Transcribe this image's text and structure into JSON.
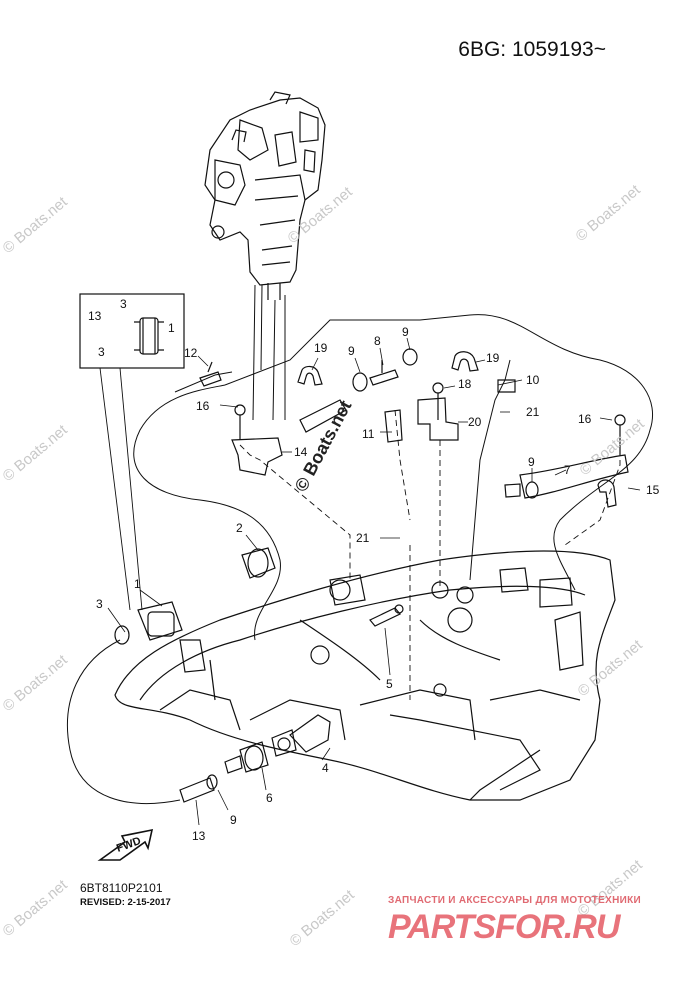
{
  "header": {
    "model_code": "6BG: 1059193~"
  },
  "footer": {
    "drawing_code": "6BT8110P2101",
    "revised": "REVISED: 2-15-2017"
  },
  "watermark": {
    "text": "© Boats.net",
    "center_text": "© Boats.net"
  },
  "branding": {
    "tagline": "ЗАПЧАСТИ И АКСЕССУАРЫ ДЛЯ МОТОТЕХНИКИ",
    "logo": "PARTSFOR.RU",
    "logo_color": "#e8737b"
  },
  "fwd_label": "FWD",
  "callouts": [
    {
      "id": "c-1a",
      "text": "1"
    },
    {
      "id": "c-3a",
      "text": "3"
    },
    {
      "id": "c-13a",
      "text": "13"
    },
    {
      "id": "c-3b",
      "text": "3"
    },
    {
      "id": "c-12",
      "text": "12"
    },
    {
      "id": "c-19a",
      "text": "19"
    },
    {
      "id": "c-9a",
      "text": "9"
    },
    {
      "id": "c-8",
      "text": "8"
    },
    {
      "id": "c-9b",
      "text": "9"
    },
    {
      "id": "c-19b",
      "text": "19"
    },
    {
      "id": "c-10",
      "text": "10"
    },
    {
      "id": "c-18",
      "text": "18"
    },
    {
      "id": "c-16a",
      "text": "16"
    },
    {
      "id": "c-11",
      "text": "11"
    },
    {
      "id": "c-20",
      "text": "20"
    },
    {
      "id": "c-21a",
      "text": "21"
    },
    {
      "id": "c-16b",
      "text": "16"
    },
    {
      "id": "c-14",
      "text": "14"
    },
    {
      "id": "c-9c",
      "text": "9"
    },
    {
      "id": "c-7",
      "text": "7"
    },
    {
      "id": "c-15",
      "text": "15"
    },
    {
      "id": "c-2",
      "text": "2"
    },
    {
      "id": "c-21b",
      "text": "21"
    },
    {
      "id": "c-1b",
      "text": "1"
    },
    {
      "id": "c-3c",
      "text": "3"
    },
    {
      "id": "c-5",
      "text": "5"
    },
    {
      "id": "c-4",
      "text": "4"
    },
    {
      "id": "c-6",
      "text": "6"
    },
    {
      "id": "c-9d",
      "text": "9"
    },
    {
      "id": "c-13b",
      "text": "13"
    }
  ]
}
